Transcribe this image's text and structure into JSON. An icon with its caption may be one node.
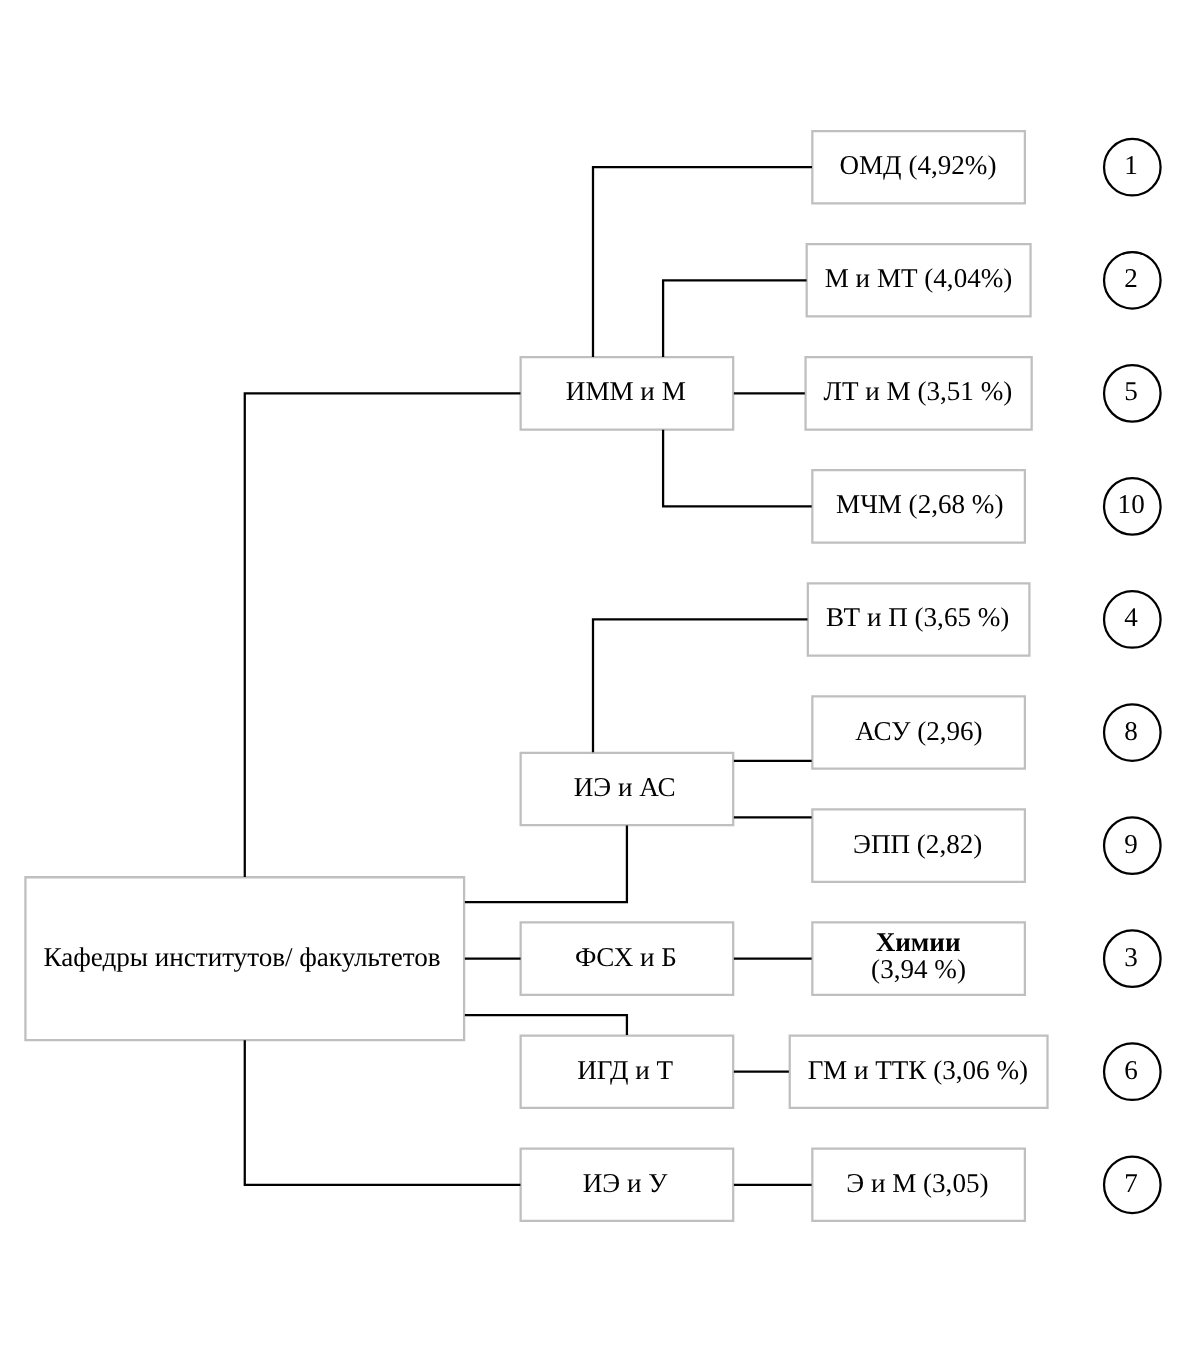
{
  "diagram": {
    "nodes": [
      {
        "text": [
          "Кафедры институтов/ факультетов"
        ]
      },
      {
        "text": [
          "ИММ и М"
        ]
      },
      {
        "text": [
          "ОМД (4,92%)"
        ]
      },
      {
        "text": [
          "1"
        ]
      },
      {
        "text": [
          "М и МТ (4,04%)"
        ]
      },
      {
        "text": [
          "2"
        ]
      },
      {
        "text": [
          "ЛТ и М (3,51 %)"
        ]
      },
      {
        "text": [
          "5"
        ]
      },
      {
        "text": [
          "МЧМ (2,68 %)"
        ]
      },
      {
        "text": [
          "10"
        ]
      },
      {
        "text": [
          "ИЭ и АС"
        ]
      },
      {
        "text": [
          "ВТ и П (3,65 %)"
        ]
      },
      {
        "text": [
          "4"
        ]
      },
      {
        "text": [
          "АСУ (2,96)"
        ]
      },
      {
        "text": [
          "8"
        ]
      },
      {
        "text": [
          "ЭПП (2,82)"
        ]
      },
      {
        "text": [
          "9"
        ]
      },
      {
        "text": [
          "ФСХ и Б"
        ]
      },
      {
        "text": [
          "Химии",
          "(3,94 %)"
        ]
      },
      {
        "text": [
          "3"
        ]
      },
      {
        "text": [
          "ИГД и Т"
        ]
      },
      {
        "text": [
          "ГМ и ТТК (3,06 %)"
        ]
      },
      {
        "text": [
          "6"
        ]
      },
      {
        "text": [
          "ИЭ и У"
        ]
      },
      {
        "text": [
          "Э и М (3,05)"
        ]
      },
      {
        "text": [
          "7"
        ]
      }
    ],
    "edges": [
      {
        "from": 0,
        "to": 1,
        "arrow": "none"
      },
      {
        "from": 0,
        "to": 10,
        "arrow": "none"
      },
      {
        "from": 0,
        "to": 17,
        "arrow": "none"
      },
      {
        "from": 0,
        "to": 20,
        "arrow": "none"
      },
      {
        "from": 0,
        "to": 23,
        "arrow": "none"
      },
      {
        "from": 1,
        "to": 2,
        "arrow": "none"
      },
      {
        "from": 1,
        "to": 4,
        "arrow": "none"
      },
      {
        "from": 1,
        "to": 6,
        "arrow": "none"
      },
      {
        "from": 1,
        "to": 8,
        "arrow": "none"
      },
      {
        "from": 10,
        "to": 11,
        "arrow": "none"
      },
      {
        "from": 10,
        "to": 13,
        "arrow": "none"
      },
      {
        "from": 10,
        "to": 15,
        "arrow": "none"
      },
      {
        "from": 17,
        "to": 18,
        "arrow": "none"
      },
      {
        "from": 20,
        "to": 21,
        "arrow": "none"
      },
      {
        "from": 23,
        "to": 24,
        "arrow": "none"
      }
    ]
  }
}
